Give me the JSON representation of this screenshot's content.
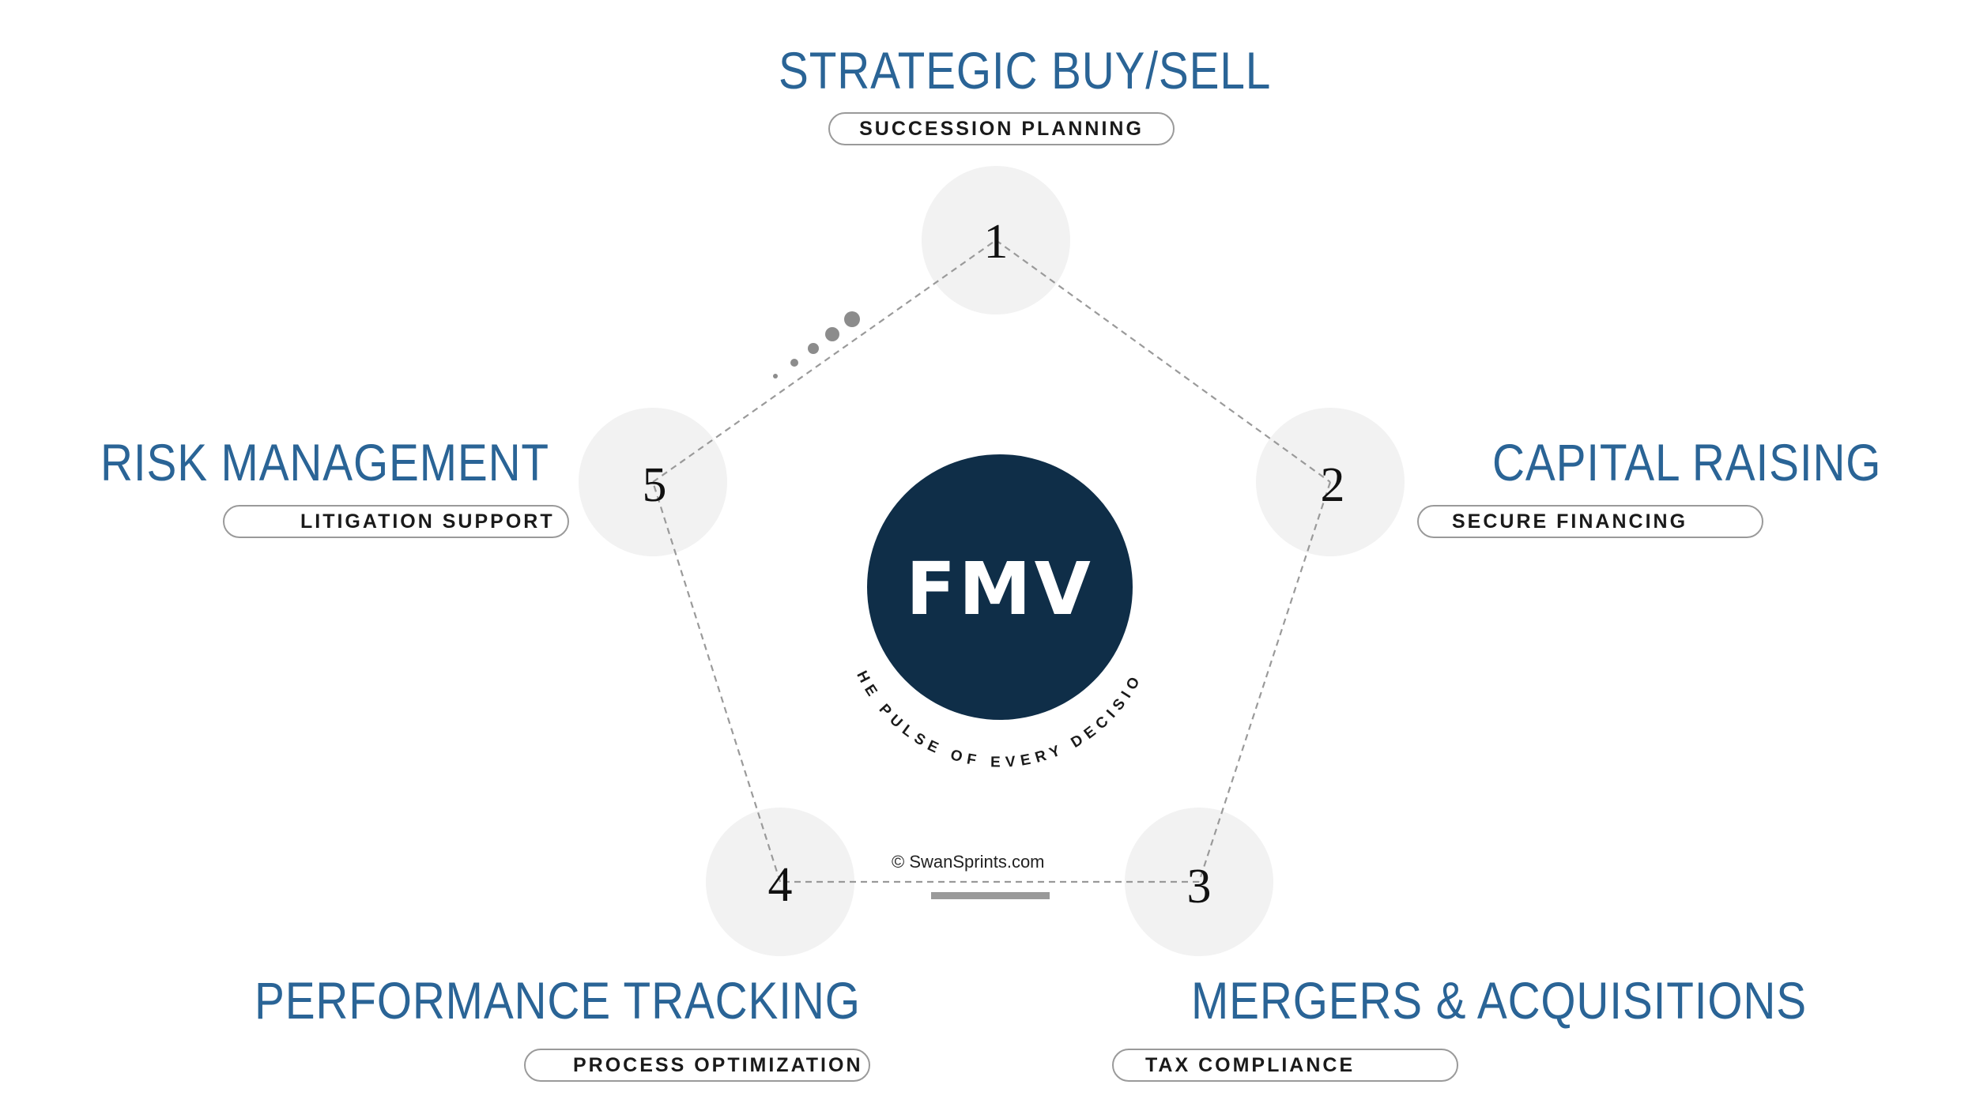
{
  "diagram": {
    "center": {
      "label": "FMV",
      "tagline": "THE PULSE OF EVERY DECISION",
      "fill": "#0f2e48"
    },
    "accent_color": "#2a6496",
    "nodes": [
      {
        "number": "1",
        "title": "STRATEGIC BUY/SELL",
        "subtitle": "SUCCESSION PLANNING"
      },
      {
        "number": "2",
        "title": "CAPITAL RAISING",
        "subtitle": "SECURE  FINANCING"
      },
      {
        "number": "3",
        "title": "MERGERS & ACQUISITIONS",
        "subtitle": "TAX  COMPLIANCE"
      },
      {
        "number": "4",
        "title": "PERFORMANCE  TRACKING",
        "subtitle": "PROCESS  OPTIMIZATION"
      },
      {
        "number": "5",
        "title": "RISK MANAGEMENT",
        "subtitle": "LITIGATION  SUPPORT"
      }
    ],
    "copyright": "© SwanSprints.com"
  }
}
